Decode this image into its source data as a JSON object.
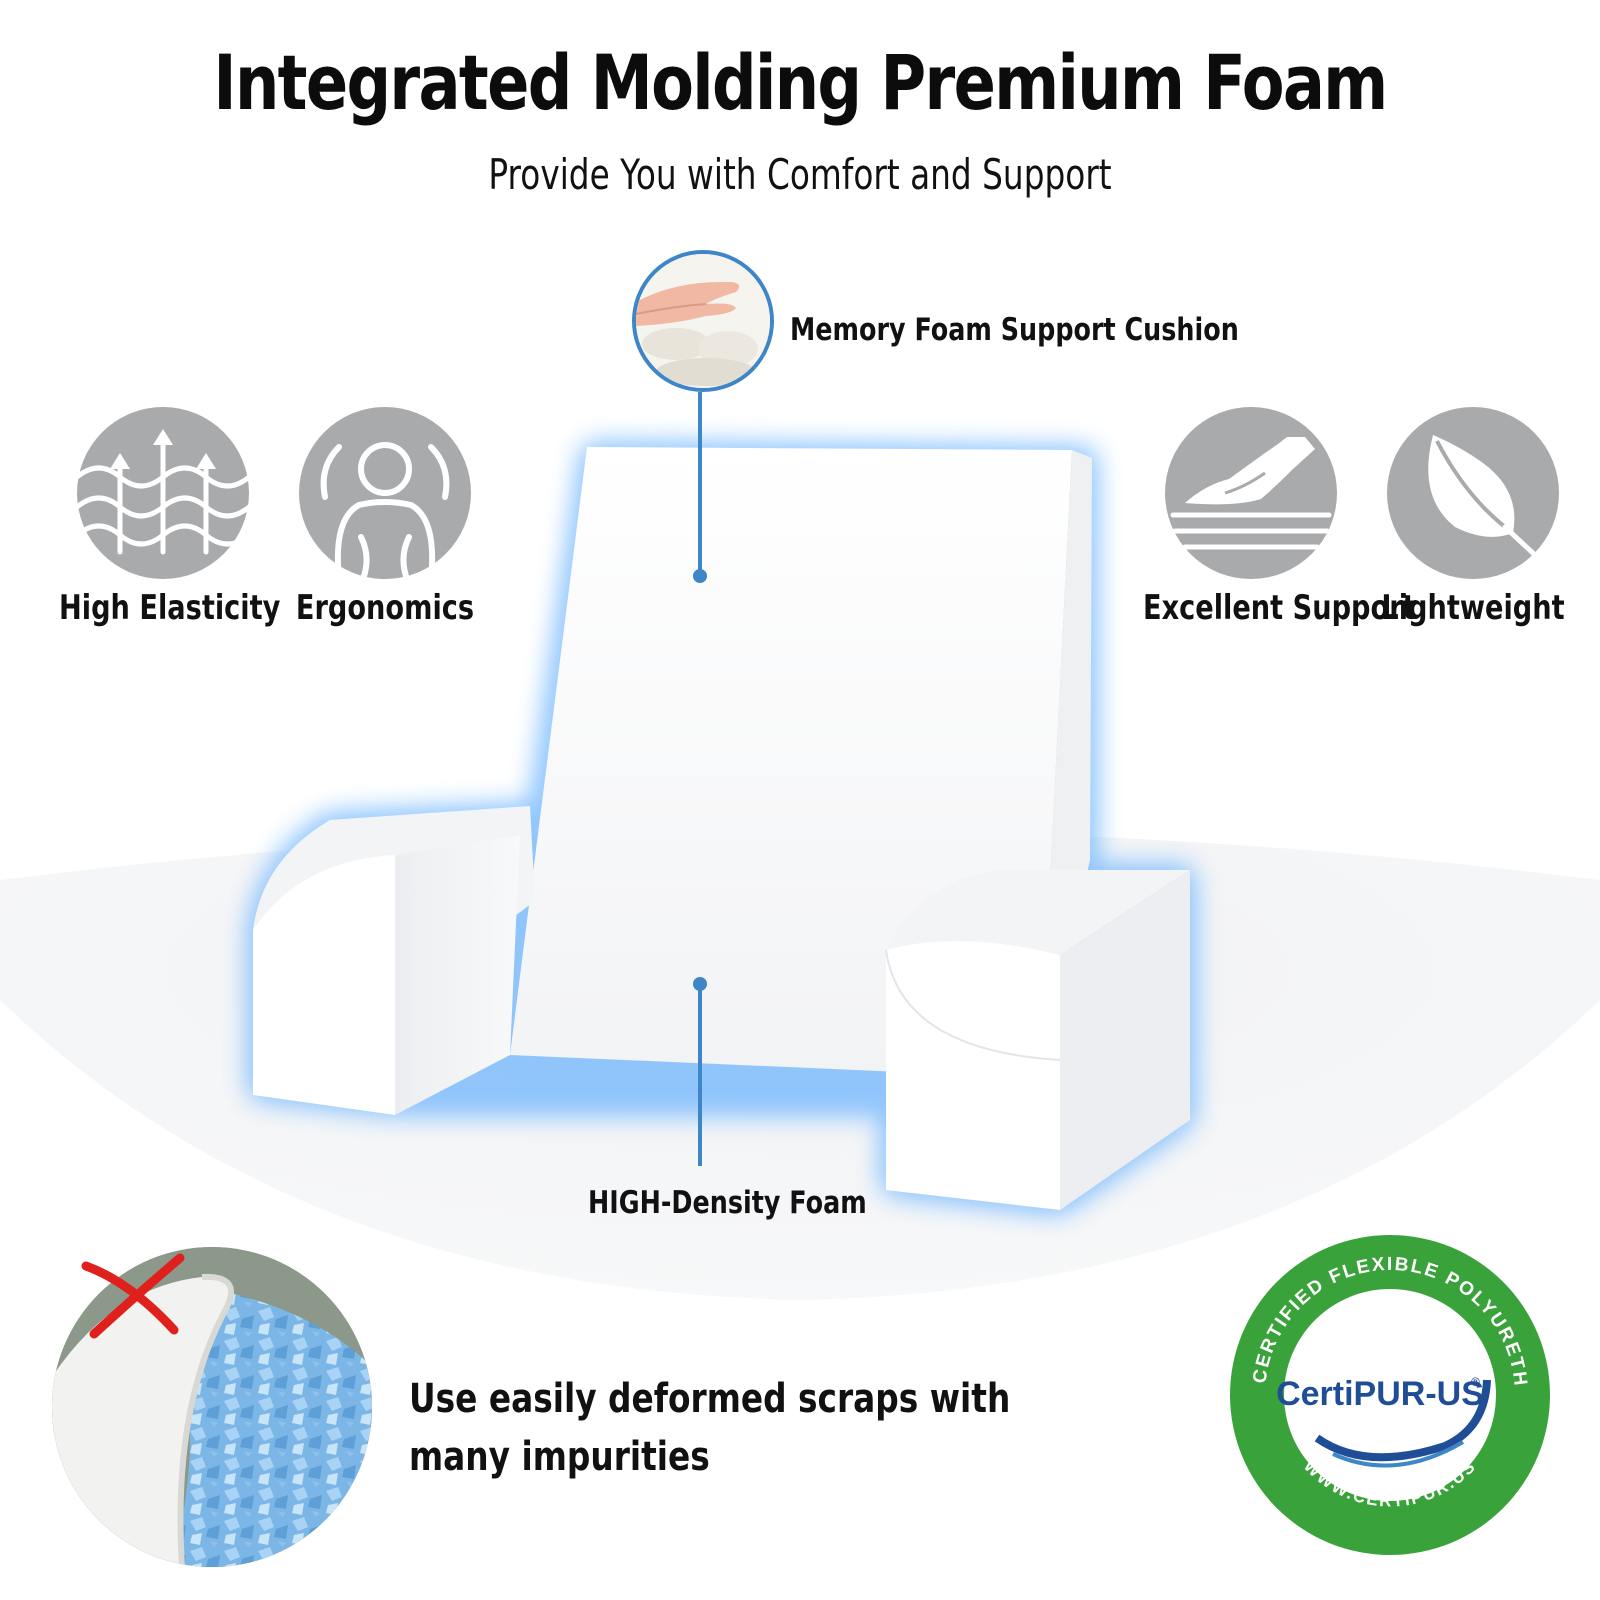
{
  "header": {
    "title": "Integrated Molding Premium Foam",
    "subtitle": "Provide You with Comfort and Support"
  },
  "callouts": {
    "top": "Memory Foam Support Cushion",
    "bottom": "HIGH-Density Foam"
  },
  "features": [
    {
      "label": "High Elasticity",
      "icon": "wave-arrows-icon"
    },
    {
      "label": "Ergonomics",
      "icon": "person-outline-icon"
    },
    {
      "label": "Excellent Support",
      "icon": "hand-on-foam-icon"
    },
    {
      "label": "Lightweight",
      "icon": "feather-icon"
    }
  ],
  "comparison": {
    "note_line1": "Use easily deformed scraps with",
    "note_line2": "many impurities"
  },
  "certification": {
    "brand": "CertiPUR-US",
    "registered": "®",
    "ring_text": "CONTAINS CERTIFIED FLEXIBLE POLYURETHANE FOAM",
    "website": "WWW.CERTIPUR.US"
  },
  "colors": {
    "accent_blue": "#3e86c8",
    "icon_gray": "#a9aaac",
    "seal_green": "#3aa23a",
    "seal_blue": "#1f4e96"
  }
}
